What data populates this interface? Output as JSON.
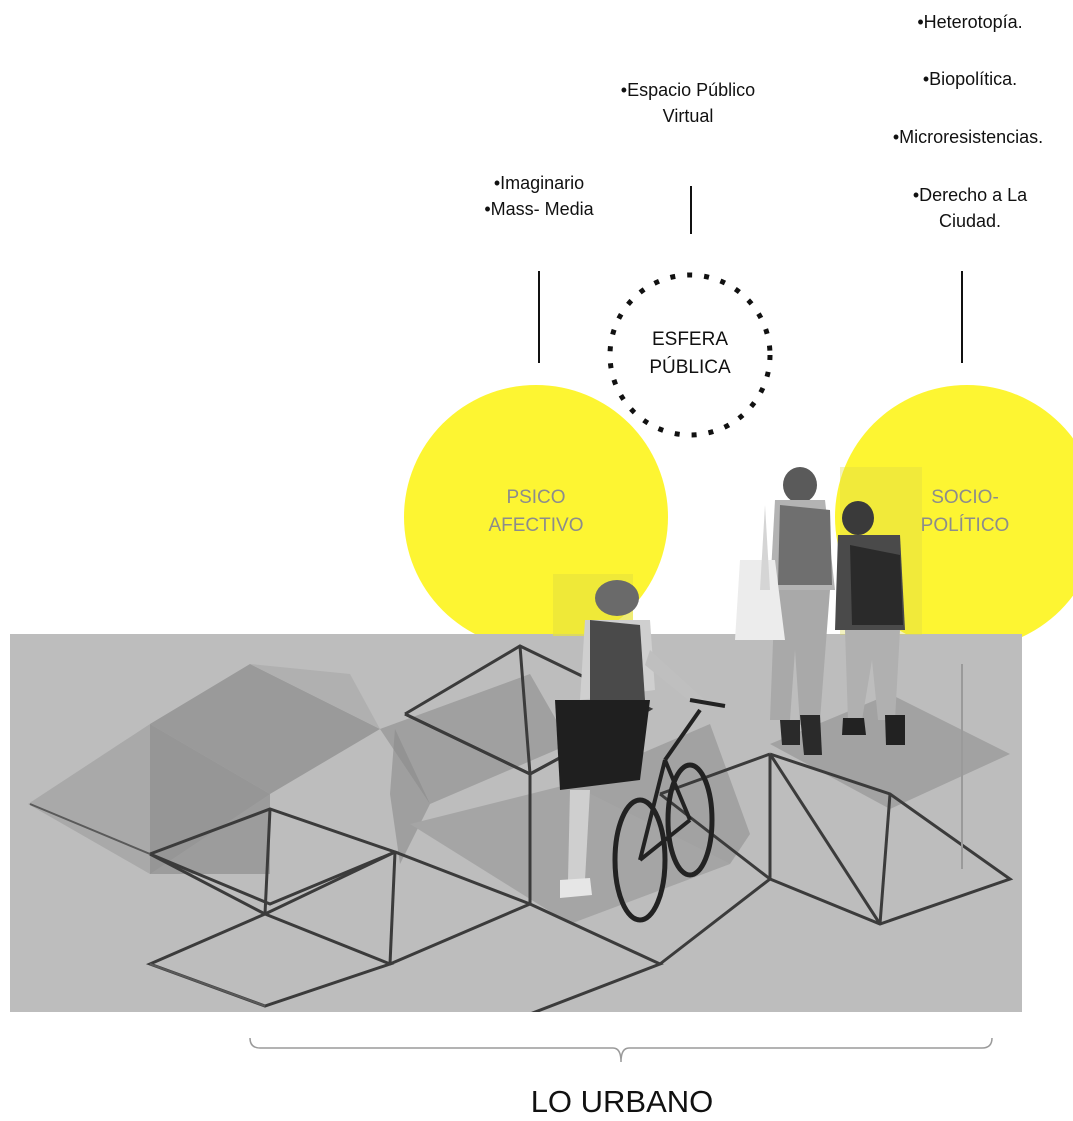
{
  "labels": {
    "imaginario": "•Imaginario",
    "mass_media": "•Mass- Media",
    "espacio_1": "•Espacio Público",
    "espacio_2": "Virtual",
    "heterotopia": "•Heterotopía.",
    "biopolitica": "•Biopolítica.",
    "microresistencias": "•Microresistencias.",
    "derecho_1": "•Derecho a La",
    "derecho_2": "Ciudad."
  },
  "nodes": {
    "esfera_1": "ESFERA",
    "esfera_2": "PÚBLICA",
    "psico_1": "PSICO",
    "psico_2": "AFECTIVO",
    "socio_1": "SOCIO-",
    "socio_2": "POLÍTICO"
  },
  "footer": {
    "label": "LO URBANO"
  },
  "colors": {
    "circle_fill": "#fdf532",
    "circle_text": "#8c8c8c",
    "photo_bg": "#bcbcbc",
    "line": "#111111"
  }
}
